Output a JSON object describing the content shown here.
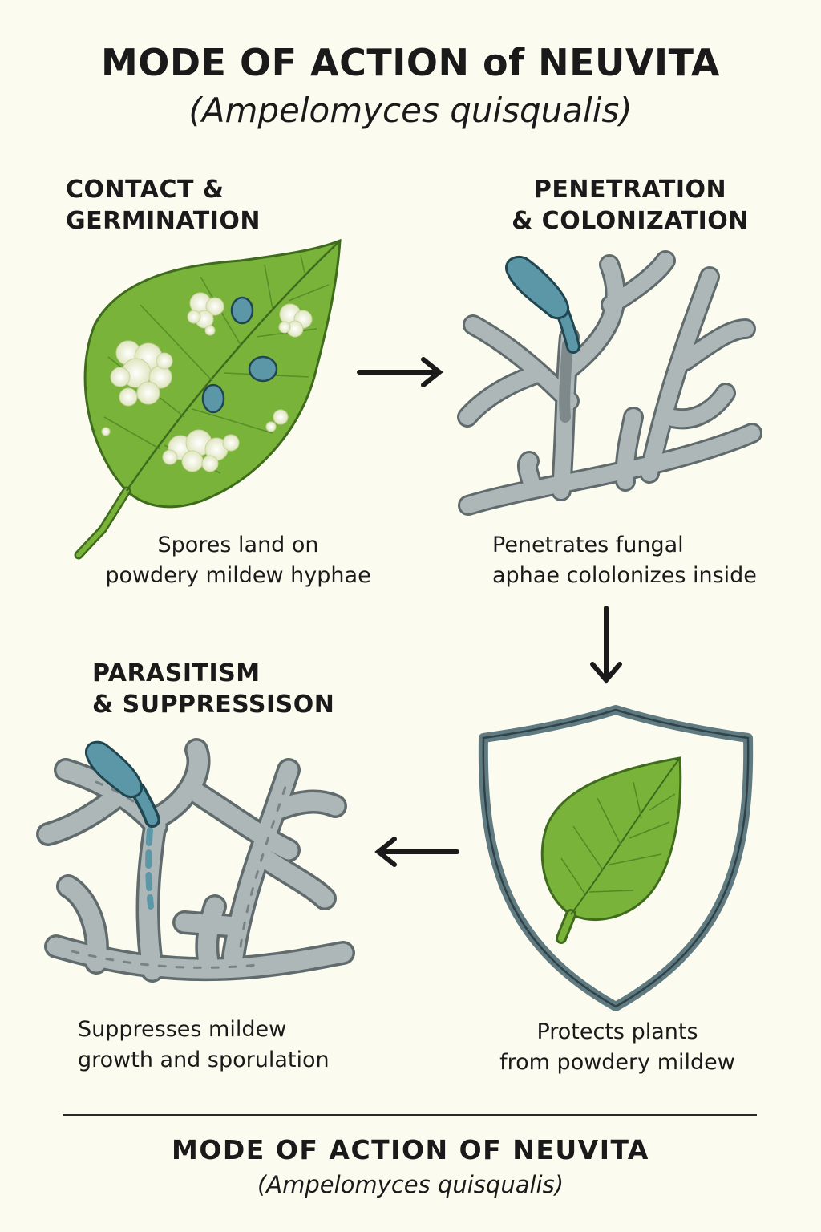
{
  "header": {
    "title": "MODE OF ACTION of NEUVITA",
    "subtitle": "(Ampelomyces quisqualis)"
  },
  "steps": [
    {
      "heading_line1": "CONTACT &",
      "heading_line2": "GERMINATION",
      "caption_line1": "Spores land on",
      "caption_line2": "powdery mildew hyphae"
    },
    {
      "heading_line1": "PENETRATION",
      "heading_line2": "& COLONIZATION",
      "caption_line1": "Penetrates fungal",
      "caption_line2": "aphae cololonizes inside"
    },
    {
      "heading_line1": "",
      "heading_line2": "",
      "caption_line1": "Protects plants",
      "caption_line2": "from powdery mildew"
    },
    {
      "heading_line1": "PARASITISM",
      "heading_line2": "& SUPPRESSISON",
      "caption_line1": "Suppresses mildew",
      "caption_line2": "growth and sporulation"
    }
  ],
  "footer": {
    "title": "MODE OF ACTION OF NEUVITA",
    "subtitle": "(Ampelomyces quisqualis)"
  },
  "colors": {
    "background": "#fcfbef",
    "leaf": "#7ab33a",
    "leaf_outline": "#3e6b1c",
    "spore": "#5b97a6",
    "hyphae": "#aeb7b8",
    "shield": "#5f7a80",
    "mildew": "#eef0d8"
  }
}
